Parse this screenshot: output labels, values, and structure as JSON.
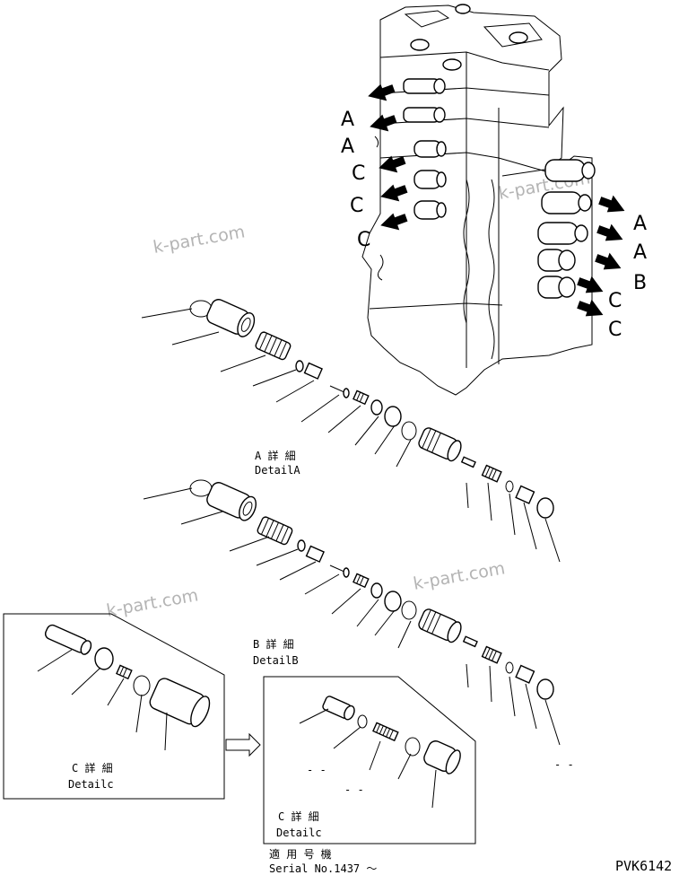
{
  "watermark": "k-part.com",
  "callout_letters_left": [
    "A",
    "A",
    "C",
    "C",
    "C"
  ],
  "callout_letters_right": [
    "A",
    "A",
    "B",
    "C",
    "C"
  ],
  "detail_a": {
    "jp": "A 詳 細",
    "en": "DetailA"
  },
  "detail_b": {
    "jp": "B 詳 細",
    "en": "DetailB"
  },
  "detail_c_left": {
    "jp": "C 詳 細",
    "en": "Detailc"
  },
  "detail_c_right": {
    "jp": "C 詳 細",
    "en": "Detailc"
  },
  "applicable": {
    "jp": "適 用 号 機",
    "serial": "Serial No.1437 〜"
  },
  "dash_marks": [
    "- -",
    "- -",
    "- -"
  ],
  "drawing_code": "PVK6142"
}
